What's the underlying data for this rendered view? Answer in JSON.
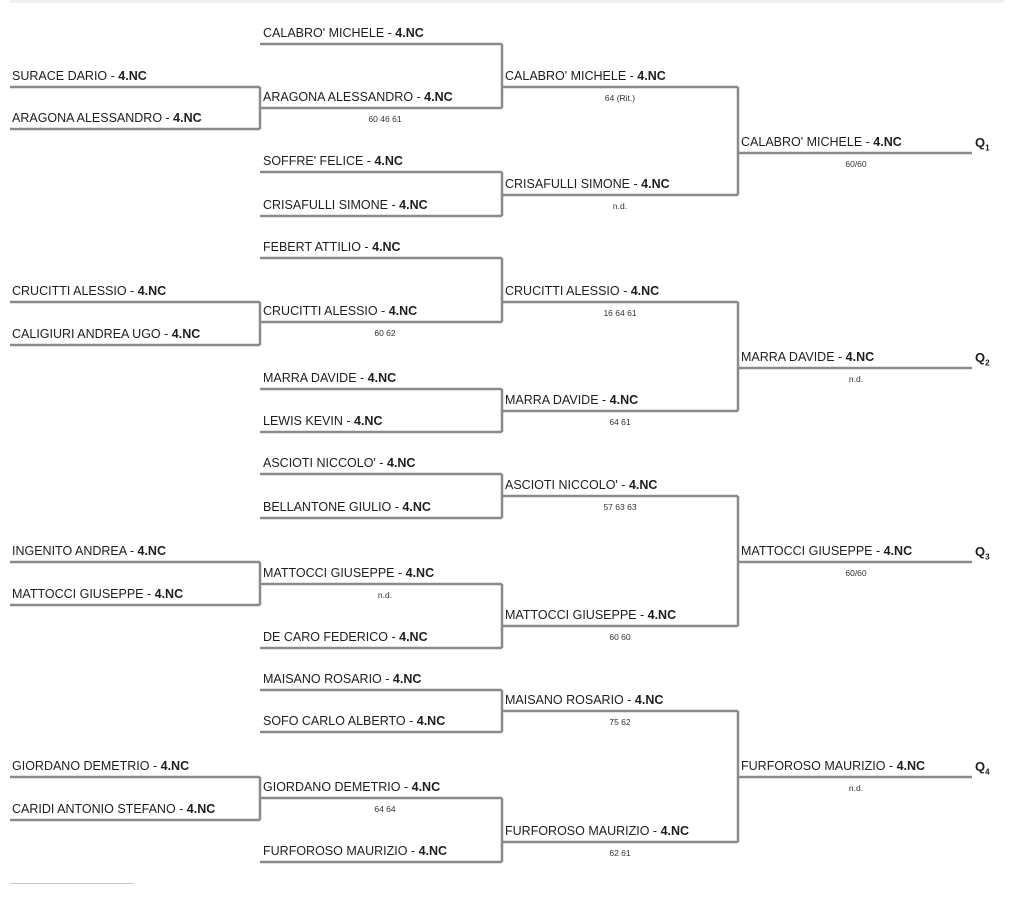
{
  "lines_color": "#8a8a8a",
  "rounds": [
    {
      "round": "first-round",
      "matches": [
        {
          "players": [
            {
              "name": "SURACE DARIO",
              "rank": "4.NC"
            },
            {
              "name": "ARAGONA ALESSANDRO",
              "rank": "4.NC"
            }
          ],
          "score": ""
        },
        {
          "players": [
            {
              "name": "CRUCITTI ALESSIO",
              "rank": "4.NC"
            },
            {
              "name": "CALIGIURI ANDREA UGO",
              "rank": "4.NC"
            }
          ],
          "score": ""
        },
        {
          "players": [
            {
              "name": "INGENITO ANDREA",
              "rank": "4.NC"
            },
            {
              "name": "MATTOCCI GIUSEPPE",
              "rank": "4.NC"
            }
          ],
          "score": ""
        },
        {
          "players": [
            {
              "name": "GIORDANO DEMETRIO",
              "rank": "4.NC"
            },
            {
              "name": "CARIDI ANTONIO STEFANO",
              "rank": "4.NC"
            }
          ],
          "score": ""
        }
      ]
    },
    {
      "round": "second-round",
      "entries": [
        {
          "name": "CALABRO' MICHELE",
          "rank": "4.NC",
          "score": ""
        },
        {
          "name": "ARAGONA ALESSANDRO",
          "rank": "4.NC",
          "score": "60 46 61"
        },
        {
          "name": "SOFFRE' FELICE",
          "rank": "4.NC",
          "score": ""
        },
        {
          "name": "CRISAFULLI SIMONE",
          "rank": "4.NC",
          "score": ""
        },
        {
          "name": "FEBERT ATTILIO",
          "rank": "4.NC",
          "score": ""
        },
        {
          "name": "CRUCITTI ALESSIO",
          "rank": "4.NC",
          "score": "60 62"
        },
        {
          "name": "MARRA DAVIDE",
          "rank": "4.NC",
          "score": ""
        },
        {
          "name": "LEWIS KEVIN",
          "rank": "4.NC",
          "score": ""
        },
        {
          "name": "ASCIOTI NICCOLO'",
          "rank": "4.NC",
          "score": ""
        },
        {
          "name": "BELLANTONE GIULIO",
          "rank": "4.NC",
          "score": ""
        },
        {
          "name": "MATTOCCI GIUSEPPE",
          "rank": "4.NC",
          "score": "n.d."
        },
        {
          "name": "DE CARO FEDERICO",
          "rank": "4.NC",
          "score": ""
        },
        {
          "name": "MAISANO ROSARIO",
          "rank": "4.NC",
          "score": ""
        },
        {
          "name": "SOFO CARLO ALBERTO",
          "rank": "4.NC",
          "score": ""
        },
        {
          "name": "GIORDANO DEMETRIO",
          "rank": "4.NC",
          "score": "64 64"
        },
        {
          "name": "FURFOROSO MAURIZIO",
          "rank": "4.NC",
          "score": ""
        }
      ]
    },
    {
      "round": "third-round",
      "entries": [
        {
          "name": "CALABRO' MICHELE",
          "rank": "4.NC",
          "score": "64 (Rit.)"
        },
        {
          "name": "CRISAFULLI SIMONE",
          "rank": "4.NC",
          "score": "n.d."
        },
        {
          "name": "CRUCITTI ALESSIO",
          "rank": "4.NC",
          "score": "16 64 61"
        },
        {
          "name": "MARRA DAVIDE",
          "rank": "4.NC",
          "score": "64 61"
        },
        {
          "name": "ASCIOTI NICCOLO'",
          "rank": "4.NC",
          "score": "57 63 63"
        },
        {
          "name": "MATTOCCI GIUSEPPE",
          "rank": "4.NC",
          "score": "60 60"
        },
        {
          "name": "MAISANO ROSARIO",
          "rank": "4.NC",
          "score": "75 62"
        },
        {
          "name": "FURFOROSO MAURIZIO",
          "rank": "4.NC",
          "score": "62 61"
        }
      ]
    },
    {
      "round": "qualifiers",
      "entries": [
        {
          "name": "CALABRO' MICHELE",
          "rank": "4.NC",
          "score": "60/60",
          "label": "Q",
          "num": "1"
        },
        {
          "name": "MARRA DAVIDE",
          "rank": "4.NC",
          "score": "n.d.",
          "label": "Q",
          "num": "2"
        },
        {
          "name": "MATTOCCI GIUSEPPE",
          "rank": "4.NC",
          "score": "60/60",
          "label": "Q",
          "num": "3"
        },
        {
          "name": "FURFOROSO MAURIZIO",
          "rank": "4.NC",
          "score": "n.d.",
          "label": "Q",
          "num": "4"
        }
      ]
    }
  ]
}
